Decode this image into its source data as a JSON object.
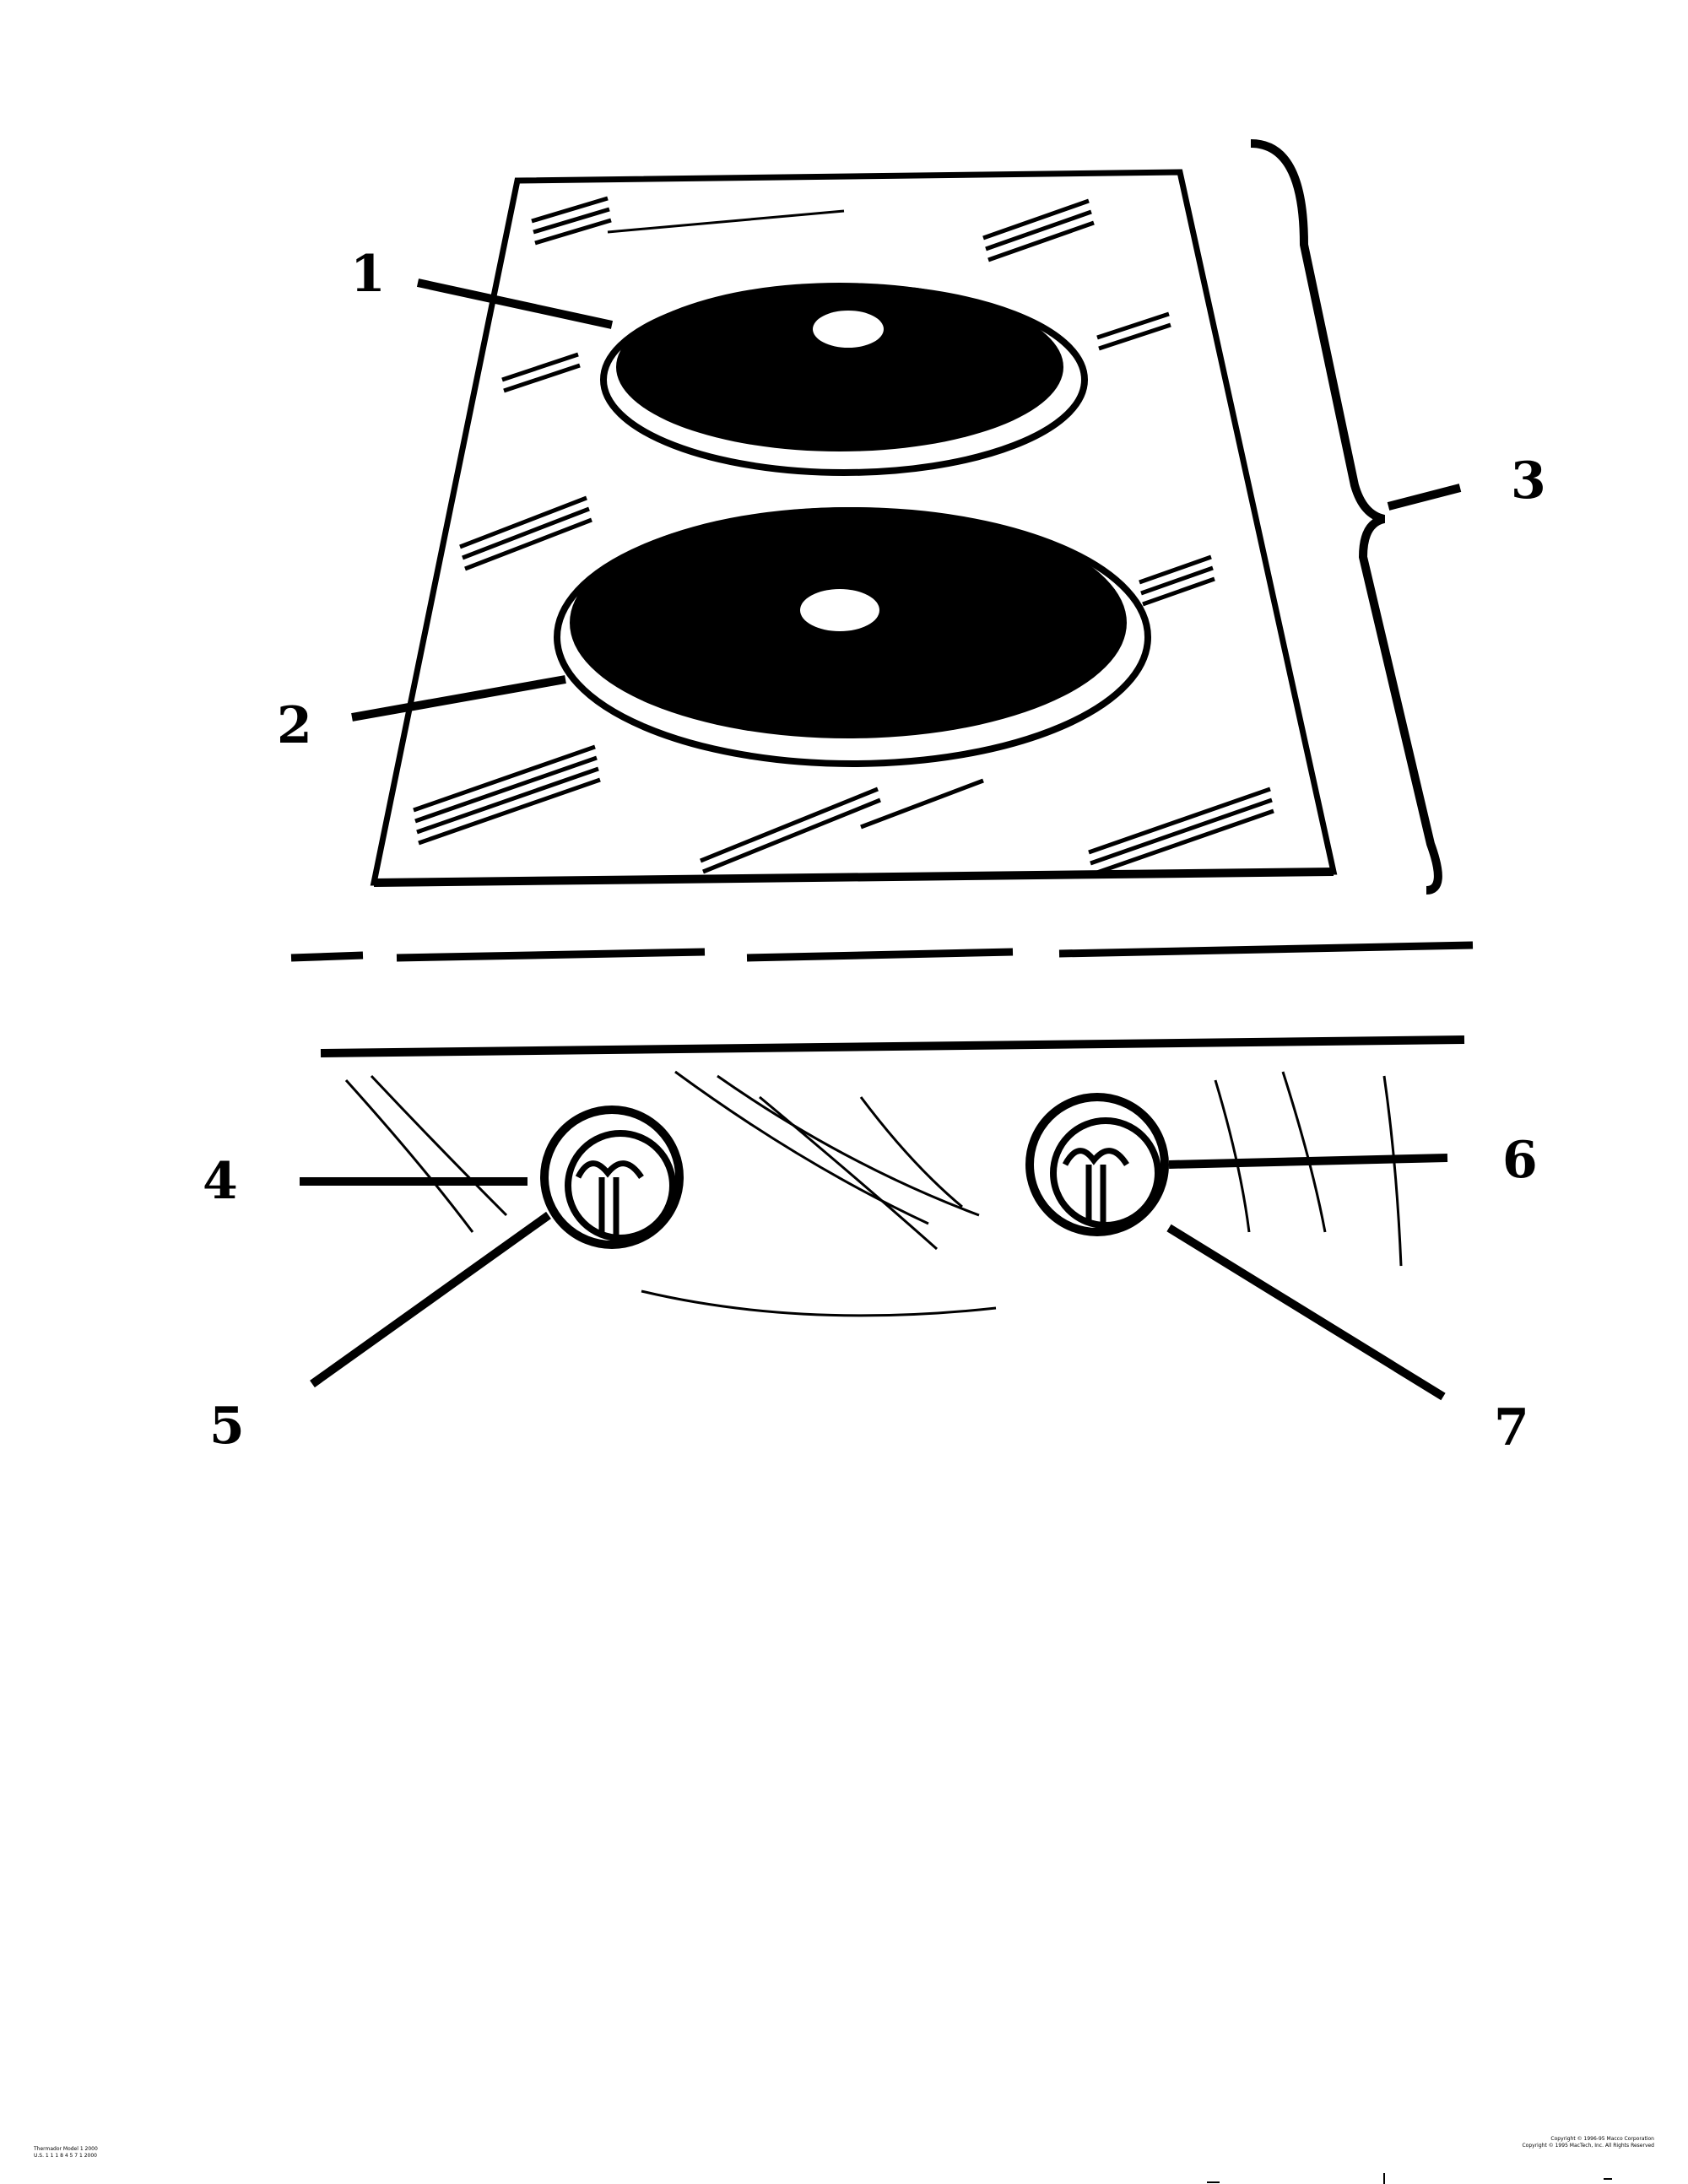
{
  "callouts": {
    "c1": "1",
    "c2": "2",
    "c3": "3",
    "c4": "4",
    "c5": "5",
    "c6": "6",
    "c7": "7"
  },
  "footer": {
    "left_line1": "Thermador Model 1 2000",
    "left_line2": "U.S. 1 1 1 8 4 5 7 1 2000",
    "right_line1": "Copyright © 1996-95 Macco Corporation",
    "right_line2": "Copyright © 1995 MacTech, Inc.   All Rights Reserved"
  },
  "colors": {
    "ink": "#000000",
    "paper": "#ffffff"
  }
}
